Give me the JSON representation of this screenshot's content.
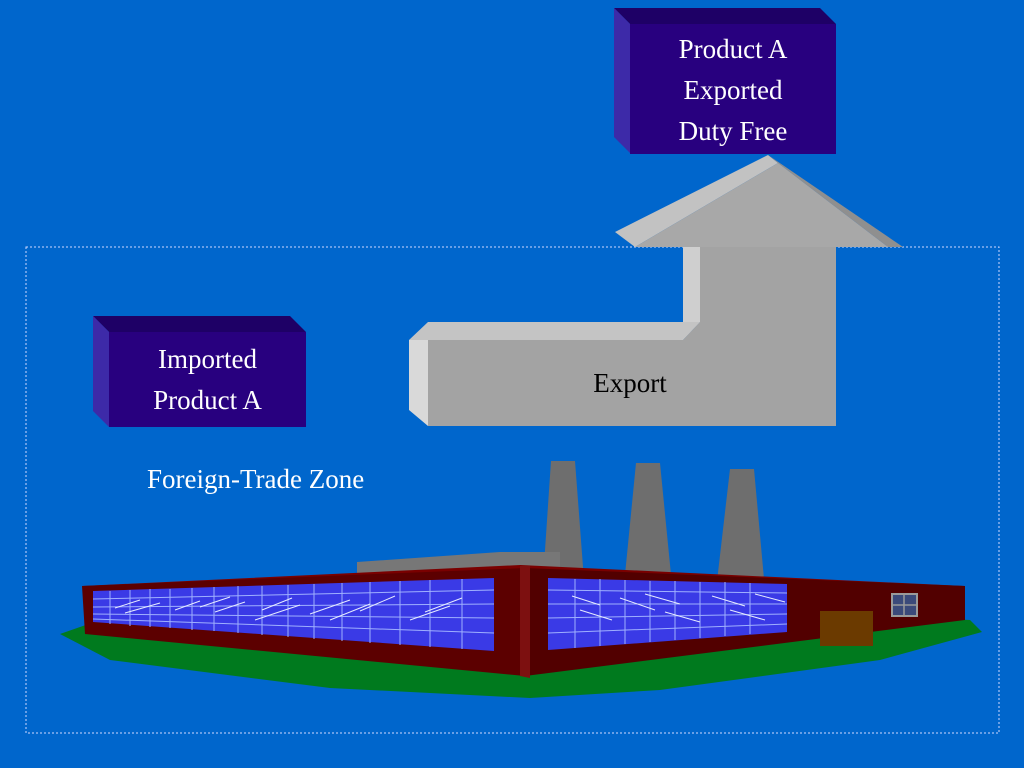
{
  "slide": {
    "background_color": "#0066cc",
    "zone_border_color": "#cfd8ff"
  },
  "export_box": {
    "lines": [
      "Product A",
      "Exported",
      "Duty Free"
    ],
    "fill_color": "#28007f"
  },
  "import_box": {
    "lines": [
      "Imported",
      "Product A"
    ],
    "fill_color": "#28007f"
  },
  "arrow": {
    "label": "Export",
    "fill_color": "#a3a3a3"
  },
  "zone": {
    "label": "Foreign-Trade Zone"
  },
  "factory": {
    "wall_color": "#5c0000",
    "window_color": "#3a3ae6",
    "ground_color": "#007a1e",
    "stack_color": "#6e6e6e"
  }
}
